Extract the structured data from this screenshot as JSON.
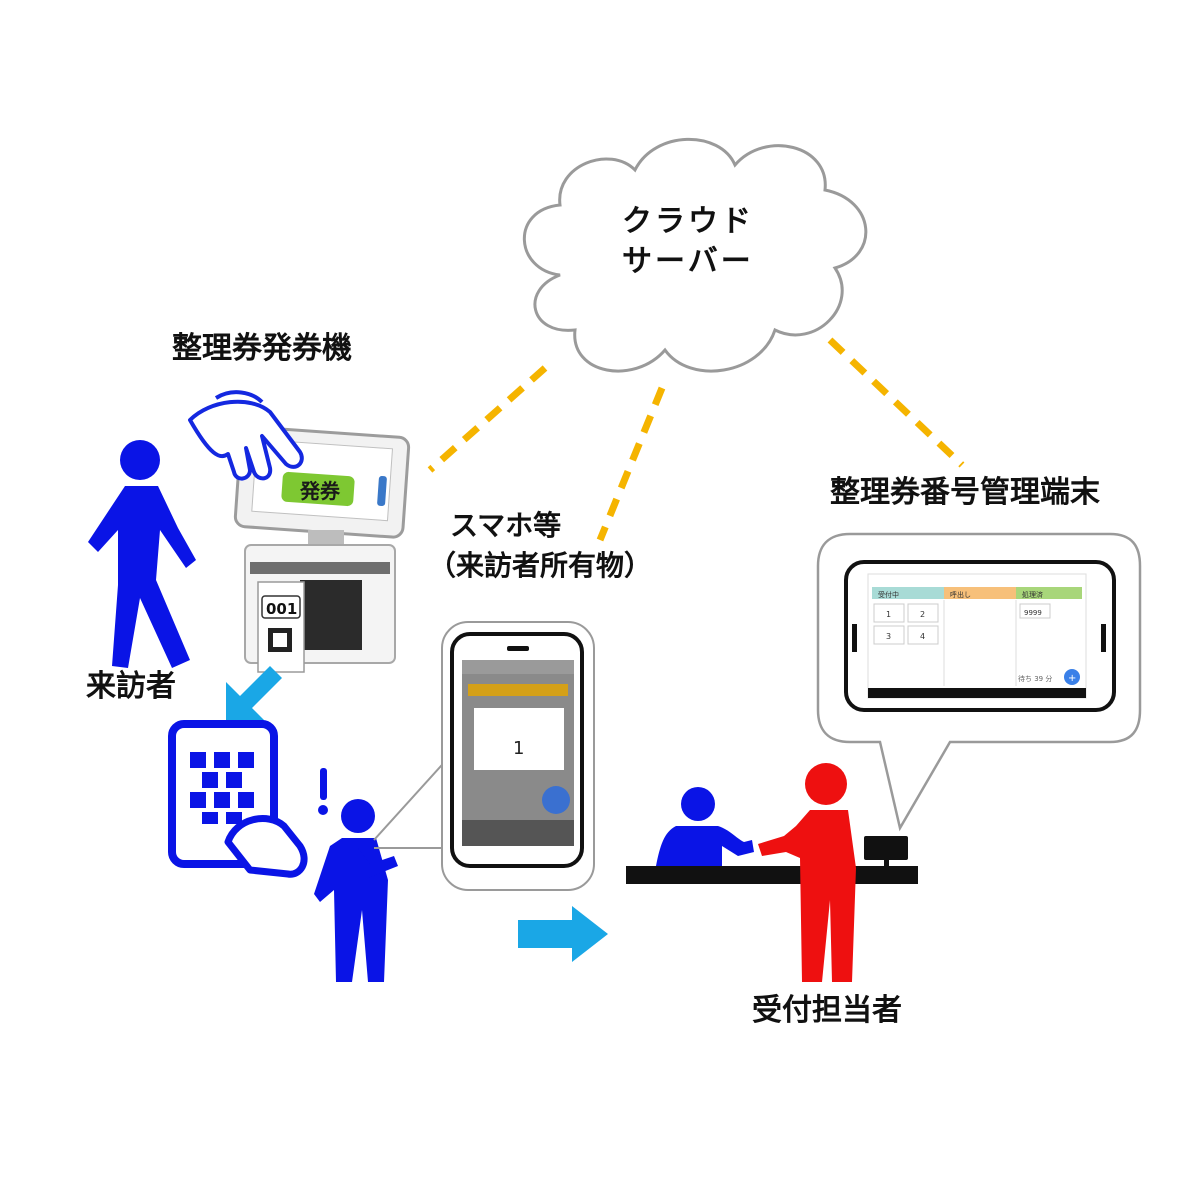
{
  "cloud": {
    "line1": "クラウド",
    "line2": "サーバー"
  },
  "labels": {
    "ticket_machine": "整理券発券機",
    "visitor": "来訪者",
    "smartphone_line1": "スマホ等",
    "smartphone_line2": "（来訪者所有物）",
    "management_terminal": "整理券番号管理端末",
    "receptionist": "受付担当者"
  },
  "kiosk": {
    "button_label": "発券",
    "ticket_number": "001"
  },
  "phone_screen": {
    "number": "1"
  },
  "terminal_screen": {
    "columns": [
      "受付中",
      "呼出し",
      "処理済"
    ],
    "waiting_numbers": [
      "1",
      "2",
      "3",
      "4"
    ],
    "done_number": "9999",
    "footer_text": "待ち 39 分",
    "fab": "+"
  },
  "colors": {
    "visitor_blue": "#0a14e6",
    "receptionist_red": "#ee1010",
    "arrow_cyan": "#1aa7e6",
    "dashed_orange": "#f5b400",
    "cloud_stroke": "#9a9a9a"
  }
}
